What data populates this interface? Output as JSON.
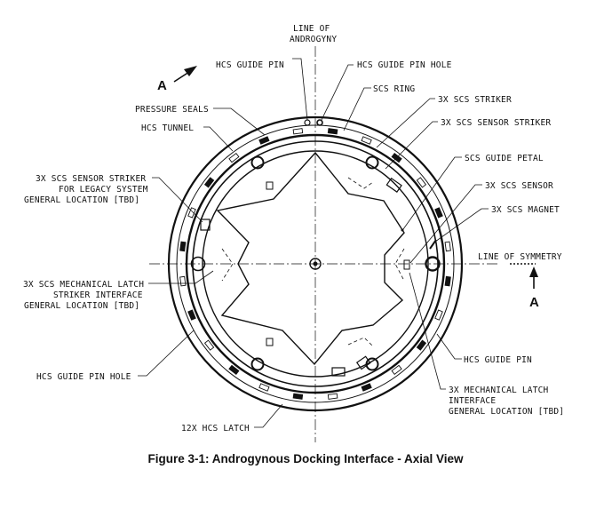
{
  "caption": "Figure 3-1:  Androgynous Docking Interface - Axial View",
  "labels": {
    "line_of": "LINE OF",
    "androgyny": "ANDROGYNY",
    "hcs_guide_pin_top": "HCS GUIDE PIN",
    "hcs_guide_pin_hole_top": "HCS GUIDE PIN HOLE",
    "scs_ring": "SCS RING",
    "pressure_seals": "PRESSURE SEALS",
    "scs_striker": "3X SCS STRIKER",
    "hcs_tunnel": "HCS TUNNEL",
    "scs_sensor_striker": "3X SCS SENSOR STRIKER",
    "scs_guide_petal": "SCS GUIDE PETAL",
    "legacy_line1": "3X SCS SENSOR STRIKER",
    "legacy_line2": "FOR LEGACY SYSTEM",
    "legacy_line3": "GENERAL LOCATION [TBD]",
    "scs_sensor": "3X SCS SENSOR",
    "scs_magnet": "3X SCS MAGNET",
    "line_of_symmetry": "LINE OF SYMMETRY",
    "mech_latch_line1": "3X SCS MECHANICAL LATCH",
    "mech_latch_line2": "STRIKER INTERFACE",
    "mech_latch_line3": "GENERAL LOCATION [TBD]",
    "hcs_guide_pin_right": "HCS GUIDE PIN",
    "hcs_guide_pin_hole_left": "HCS GUIDE PIN HOLE",
    "mech_iface_line1": "3X MECHANICAL LATCH",
    "mech_iface_line2": "INTERFACE",
    "mech_iface_line3": "GENERAL LOCATION [TBD]",
    "hcs_latch": "12X HCS LATCH",
    "section_a_top": "A",
    "section_a_right": "A"
  }
}
